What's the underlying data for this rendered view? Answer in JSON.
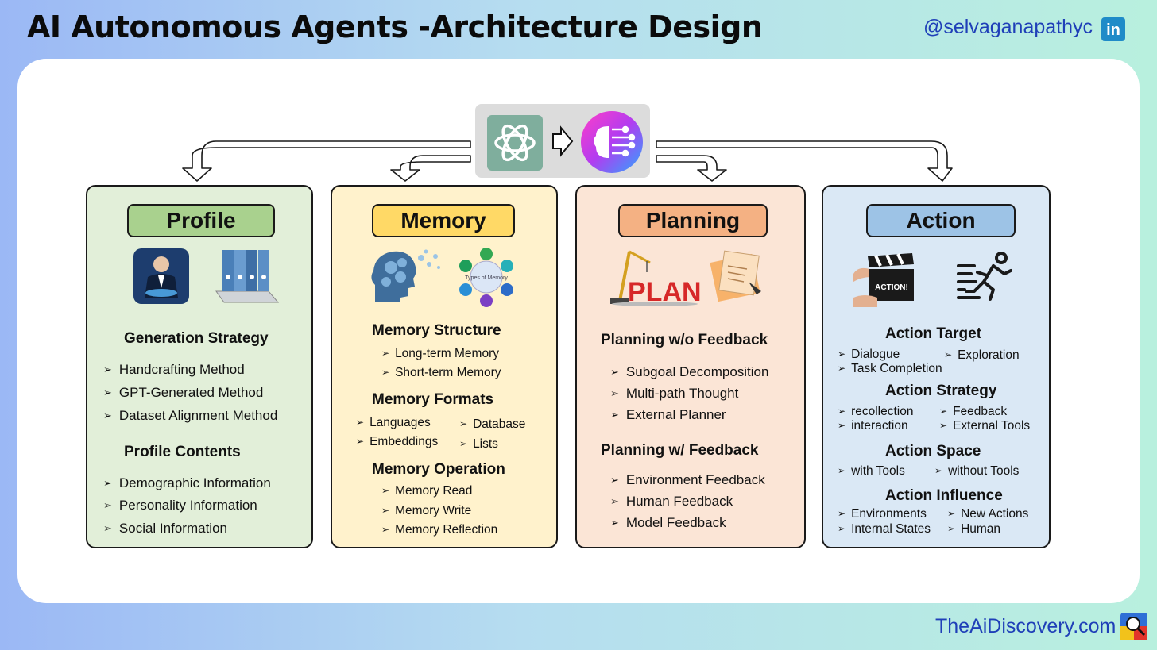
{
  "header": {
    "title": "AI Autonomous Agents -Architecture Design",
    "handle": "@selvaganapathyc",
    "linkedin_glyph": "in"
  },
  "footer": {
    "site": "TheAiDiscovery.com"
  },
  "colors": {
    "profile": "#e2efd9",
    "profile_pill": "#a9d18e",
    "memory": "#fff2cc",
    "memory_pill": "#ffd966",
    "planning": "#fbe5d6",
    "planning_pill": "#f4b183",
    "action": "#dae8f5",
    "action_pill": "#9dc3e6"
  },
  "hub": {
    "left_icon": "chatgpt-logo-icon",
    "arrow_icon": "right-arrow-icon",
    "right_icon": "ai-brain-icon"
  },
  "panels": {
    "profile": {
      "title": "Profile",
      "s1": "Generation Strategy",
      "s1_items": [
        "Handcrafting Method",
        "GPT-Generated Method",
        "Dataset Alignment Method"
      ],
      "s2": "Profile Contents",
      "s2_items": [
        "Demographic Information",
        "Personality Information",
        "Social Information"
      ]
    },
    "memory": {
      "title": "Memory",
      "diagram_label": "Types of Memory",
      "s1": "Memory Structure",
      "s1_items": [
        "Long-term Memory",
        "Short-term Memory"
      ],
      "s2": "Memory Formats",
      "s2_items": [
        "Languages",
        "Database",
        "Embeddings",
        "Lists"
      ],
      "s3": "Memory Operation",
      "s3_items": [
        "Memory Read",
        "Memory Write",
        "Memory Reflection"
      ]
    },
    "planning": {
      "title": "Planning",
      "plan_word": "PLAN",
      "s1": "Planning w/o Feedback",
      "s1_items": [
        "Subgoal Decomposition",
        "Multi-path Thought",
        "External Planner"
      ],
      "s2": "Planning w/ Feedback",
      "s2_items": [
        "Environment Feedback",
        "Human Feedback",
        "Model Feedback"
      ]
    },
    "action": {
      "title": "Action",
      "clapper_text": "ACTION!",
      "s1": "Action Target",
      "s1_items": [
        "Dialogue",
        "Exploration",
        "Task Completion"
      ],
      "s2": "Action Strategy",
      "s2_items": [
        "recollection",
        "Feedback",
        "interaction",
        "External Tools"
      ],
      "s3": "Action Space",
      "s3_items": [
        "with Tools",
        "without Tools"
      ],
      "s4": "Action Influence",
      "s4_items": [
        "Environments",
        "New Actions",
        "Internal States",
        "Human"
      ]
    }
  }
}
